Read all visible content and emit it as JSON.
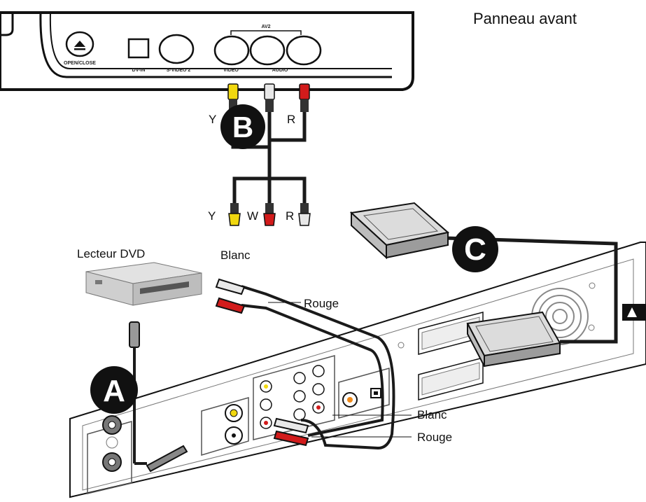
{
  "title": "Panneau avant",
  "front_panel": {
    "open_close": "OPEN/CLOSE",
    "dv_in": "DV-IN",
    "s_video": "S-VIDEO 2",
    "av_group": "AV2",
    "video": "VIDEO",
    "audio": "AUDIO"
  },
  "plug_labels": {
    "y": "Y",
    "r": "R",
    "w": "W"
  },
  "badges": {
    "a": "A",
    "b": "B",
    "c": "C"
  },
  "labels": {
    "dvd_player": "Lecteur DVD",
    "white_top": "Blanc",
    "red_top": "Rouge",
    "white_bottom": "Blanc",
    "red_bottom": "Rouge"
  },
  "colors": {
    "yellow": "#f1d80f",
    "white_plug": "#e8e8e8",
    "red": "#d21b1b",
    "cable": "#1a1a1a",
    "badge": "#111111"
  }
}
